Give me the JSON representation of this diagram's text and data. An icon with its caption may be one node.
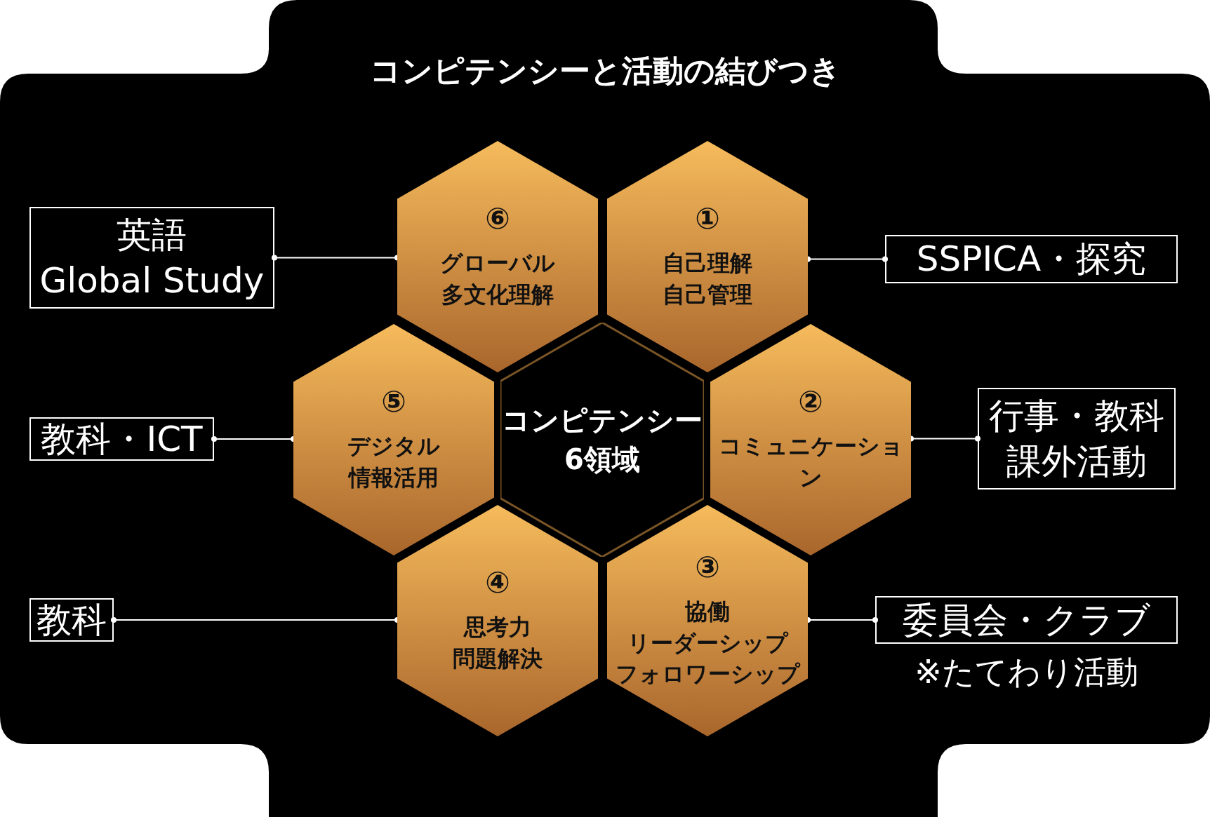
{
  "diagram": {
    "title": "コンピテンシーと活動の結びつき",
    "nodes": [
      {
        "text": [
          "英語 Global Study"
        ]
      },
      {
        "text": [
          "⑥",
          "グローバル多文化理解"
        ]
      },
      {
        "text": [
          "①",
          "自己理解自己管理"
        ]
      },
      {
        "text": [
          "SSPICA・探究"
        ]
      },
      {
        "text": [
          "教科・ICT"
        ]
      },
      {
        "text": [
          "⑤",
          "デジタル情報活用"
        ]
      },
      {
        "text": [
          "コンピテンシー6領域"
        ]
      },
      {
        "text": [
          "②",
          "コミュニケーション"
        ]
      },
      {
        "text": [
          "行事・教科課外活動"
        ]
      },
      {
        "text": [
          "教科"
        ]
      },
      {
        "text": [
          "④",
          "思考力問題解決"
        ]
      },
      {
        "text": [
          "③",
          "協働リーダーシップフォロワーシップ"
        ]
      },
      {
        "text": [
          "委員会・クラブ"
        ],
        "beside": [
          "※たてわり活動"
        ]
      }
    ],
    "edges": [
      {
        "from": 0,
        "to": 1,
        "arrow": "other"
      },
      {
        "from": 2,
        "to": 3,
        "arrow": "other"
      },
      {
        "from": 4,
        "to": 5,
        "arrow": "other"
      },
      {
        "from": 7,
        "to": 8,
        "arrow": "other"
      },
      {
        "from": 9,
        "to": 10,
        "arrow": "other"
      },
      {
        "from": 11,
        "to": 12,
        "arrow": "other"
      }
    ]
  }
}
